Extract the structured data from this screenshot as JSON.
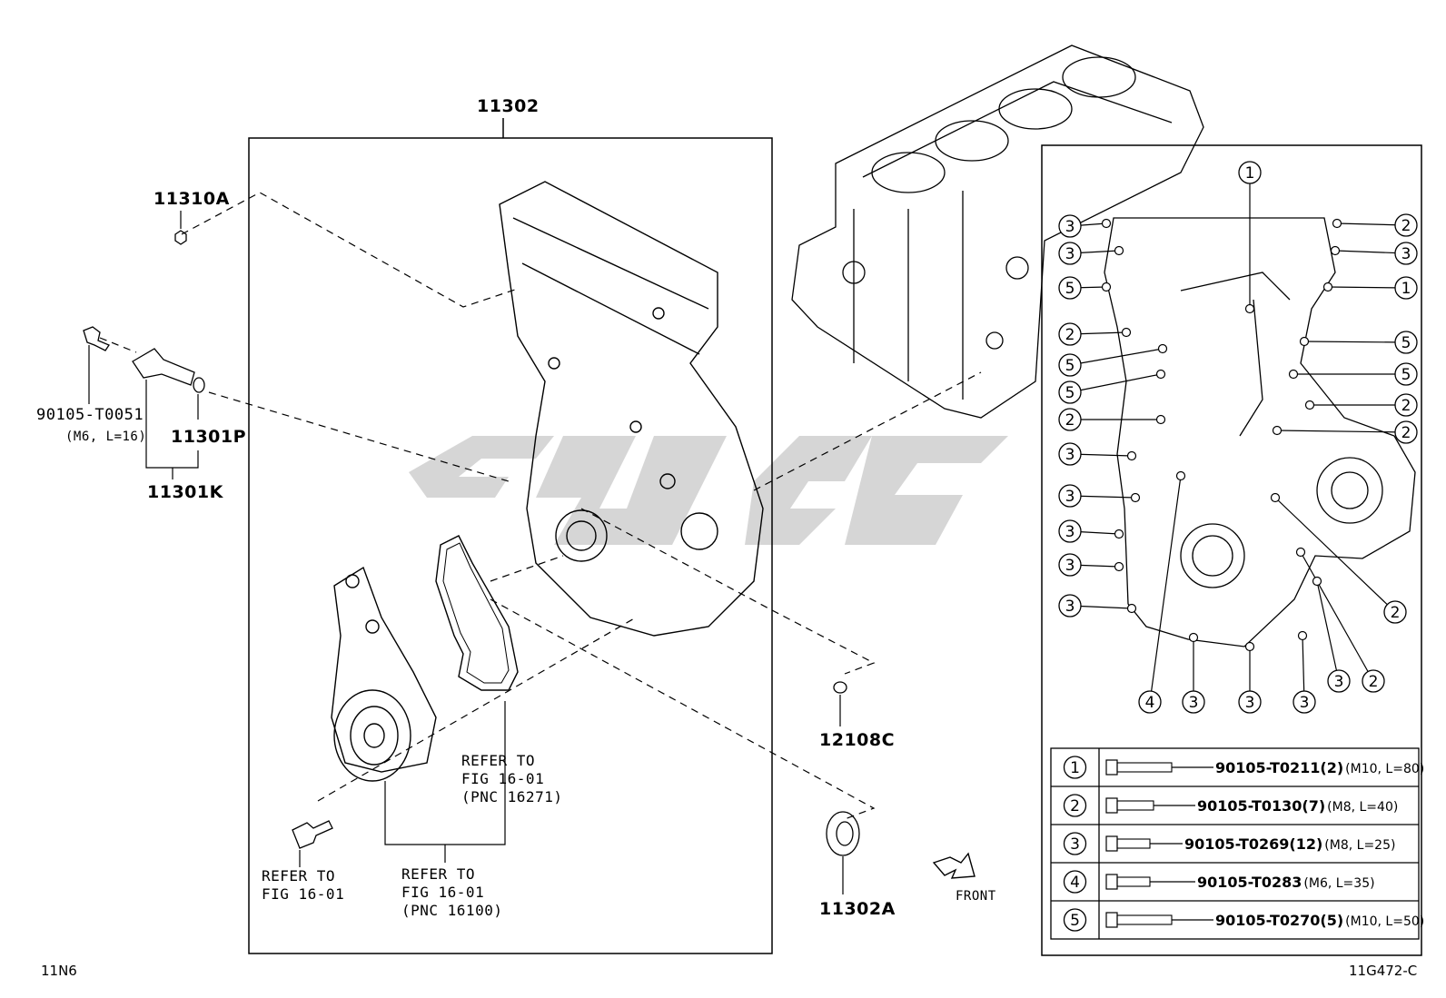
{
  "labels": {
    "assembly": "11302",
    "nut_top": "11310A",
    "bolt_sensor": "90105-T0051",
    "bolt_sensor_spec": "(M6, L=16)",
    "oring": "11301P",
    "sensor_kit": "11301K",
    "plug_right": "12108C",
    "seal_right": "11302A",
    "front": "FRONT",
    "corner_left": "11N6",
    "corner_right": "11G472-C"
  },
  "notes": {
    "ref_gasket": [
      "REFER TO",
      "FIG 16-01",
      "(PNC 16271)"
    ],
    "ref_bolt": [
      "REFER TO",
      "FIG 16-01"
    ],
    "ref_pump": [
      "REFER TO",
      "FIG 16-01",
      "(PNC 16100)"
    ]
  },
  "bolt_table": [
    {
      "num": "1",
      "part": "90105-T0211",
      "qty": "(2)",
      "spec": "(M10, L=80)"
    },
    {
      "num": "2",
      "part": "90105-T0130",
      "qty": "(7)",
      "spec": "(M8, L=40)"
    },
    {
      "num": "3",
      "part": "90105-T0269",
      "qty": "(12)",
      "spec": "(M8, L=25)"
    },
    {
      "num": "4",
      "part": "90105-T0283",
      "qty": "",
      "spec": "(M6, L=35)"
    },
    {
      "num": "5",
      "part": "90105-T0270",
      "qty": "(5)",
      "spec": "(M10, L=50)"
    }
  ],
  "callouts": {
    "top": "1",
    "left": [
      "3",
      "3",
      "5",
      "2",
      "5",
      "5",
      "2",
      "3",
      "3",
      "3",
      "3",
      "3"
    ],
    "right": [
      "2",
      "3",
      "1",
      "5",
      "5",
      "2",
      "2"
    ],
    "right_lower": [
      "2",
      "2",
      "3"
    ],
    "bottom": [
      "4",
      "3",
      "3",
      "3"
    ]
  }
}
